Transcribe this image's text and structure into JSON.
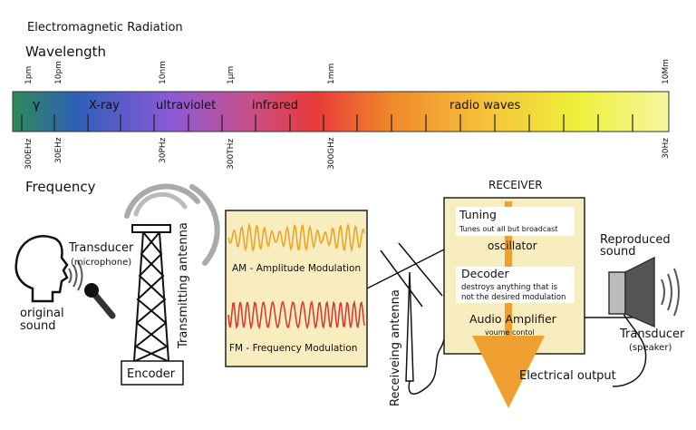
{
  "header": {
    "title": "Electromagnetic Radiation",
    "wavelength_label": "Wavelength",
    "frequency_label": "Frequency"
  },
  "spectrum": {
    "wavelength_ticks": [
      "1pm",
      "10pm",
      "10nm",
      "1µm",
      "1mm",
      "10Mm"
    ],
    "frequency_ticks": [
      "300EHz",
      "30EHz",
      "30PHz",
      "300THz",
      "300GHz",
      "30Hz"
    ],
    "bands": [
      "γ",
      "X-ray",
      "ultraviolet",
      "infrared",
      "radio waves"
    ],
    "colors": [
      "#2d8a5a",
      "#2f5fb8",
      "#8a5ad8",
      "#c8508a",
      "#e83a3a",
      "#f08a2a",
      "#f5c23a",
      "#eef03a",
      "#f6f6a0"
    ]
  },
  "transmitter": {
    "transducer_label": "Transducer",
    "transducer_sub": "(microphone)",
    "source_label_1": "original",
    "source_label_2": "sound",
    "antenna_label": "Transmitting antenna",
    "encoder_label": "Encoder"
  },
  "modulation": {
    "am_label": "AM - Amplitude Modulation",
    "fm_label": "FM - Frequency Modulation",
    "am_color": "#f0a020",
    "fm_color": "#e03030",
    "panel_color": "#f7edbf"
  },
  "receiver": {
    "antenna_label": "Receiveing antenna",
    "title": "RECEIVER",
    "tuning": "Tuning",
    "tuning_desc": "Tunes out all but broadcast",
    "oscillator": "oscillator",
    "decoder": "Decoder",
    "decoder_desc_1": "destroys anything that is",
    "decoder_desc_2": "not the desired modulation",
    "amplifier": "Audio Amplifier",
    "amplifier_desc": "voume contol",
    "output_label": "Electrical output",
    "arrow_color": "#f0a030"
  },
  "speaker": {
    "reproduced_1": "Reproduced",
    "reproduced_2": "sound",
    "transducer_label": "Transducer",
    "transducer_sub": "(speaker)"
  }
}
